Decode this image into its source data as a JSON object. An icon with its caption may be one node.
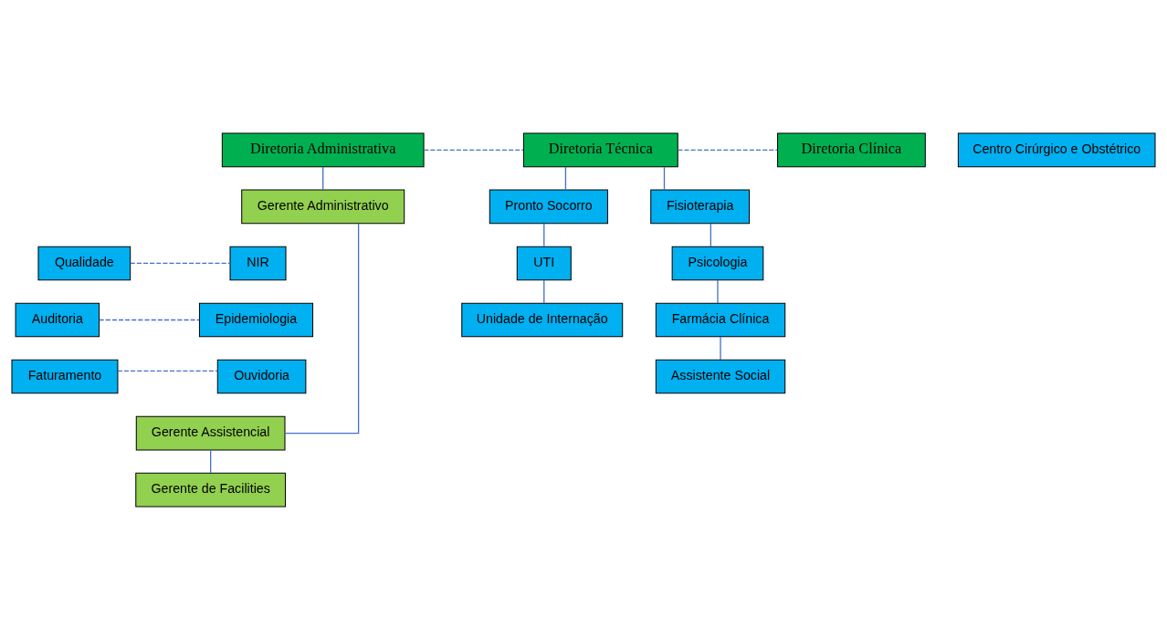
{
  "diagram": {
    "nodes": [
      {
        "text": [
          "Diretoria Administrativa"
        ]
      },
      {
        "text": [
          "Diretoria Técnica"
        ]
      },
      {
        "text": [
          "Diretoria Clínica"
        ]
      },
      {
        "text": [
          "Gerente Administrativo"
        ]
      },
      {
        "text": [
          "Qualidade"
        ]
      },
      {
        "text": [
          "NIR"
        ]
      },
      {
        "text": [
          "Auditoria"
        ]
      },
      {
        "text": [
          "Epidemiologia"
        ]
      },
      {
        "text": [
          "Faturamento"
        ]
      },
      {
        "text": [
          "Ouvidoria"
        ]
      },
      {
        "text": [
          "Gerente Assistencial"
        ]
      },
      {
        "text": [
          "Gerente de Facilities"
        ]
      },
      {
        "text": [
          "Pronto Socorro"
        ]
      },
      {
        "text": [
          "UTI"
        ]
      },
      {
        "text": [
          "Unidade de Internação"
        ]
      },
      {
        "text": [
          "Centro Cirúrgico e Obstétrico"
        ]
      },
      {
        "text": [
          "Fisioterapia"
        ]
      },
      {
        "text": [
          "Psicologia"
        ]
      },
      {
        "text": [
          "Farmácia Clínica"
        ]
      },
      {
        "text": [
          "Assistente Social"
        ]
      }
    ],
    "edges": [
      {
        "from": 0,
        "to": 1,
        "arrow": "none",
        "style": "dashed"
      },
      {
        "from": 1,
        "to": 2,
        "arrow": "none",
        "style": "dashed"
      },
      {
        "from": 0,
        "to": 3,
        "arrow": "none"
      },
      {
        "from": 3,
        "to": 10,
        "arrow": "none"
      },
      {
        "from": 10,
        "to": 11,
        "arrow": "none"
      },
      {
        "from": 4,
        "to": 5,
        "arrow": "none",
        "style": "dashed"
      },
      {
        "from": 6,
        "to": 7,
        "arrow": "none",
        "style": "dashed"
      },
      {
        "from": 8,
        "to": 9,
        "arrow": "none",
        "style": "dashed"
      },
      {
        "from": 1,
        "to": 12,
        "arrow": "none"
      },
      {
        "from": 1,
        "to": 16,
        "arrow": "none"
      },
      {
        "from": 12,
        "to": 13,
        "arrow": "none"
      },
      {
        "from": 13,
        "to": 14,
        "arrow": "none"
      },
      {
        "from": 16,
        "to": 17,
        "arrow": "none"
      },
      {
        "from": 17,
        "to": 18,
        "arrow": "none"
      },
      {
        "from": 18,
        "to": 19,
        "arrow": "none"
      }
    ]
  }
}
